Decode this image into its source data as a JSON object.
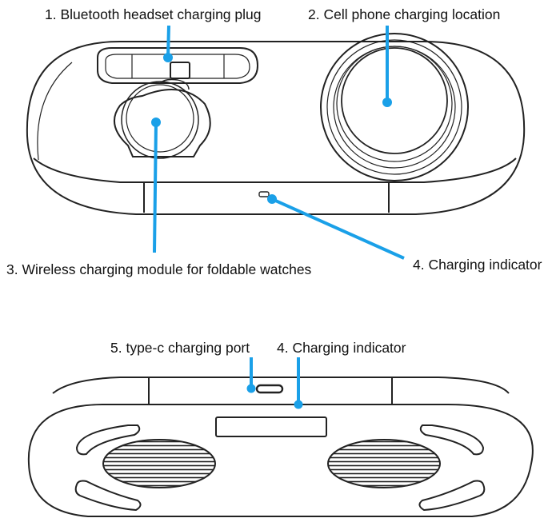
{
  "labels": {
    "bluetooth_plug": "1. Bluetooth headset charging plug",
    "phone_location": "2. Cell phone charging location",
    "watch_module": "3. Wireless charging module for foldable watches",
    "indicator_top": "4. Charging indicator",
    "typec_port": "5. type-c charging port",
    "indicator_bottom": "4. Charging indicator"
  },
  "colors": {
    "leader": "#1aa0e8",
    "outline": "#222222"
  }
}
